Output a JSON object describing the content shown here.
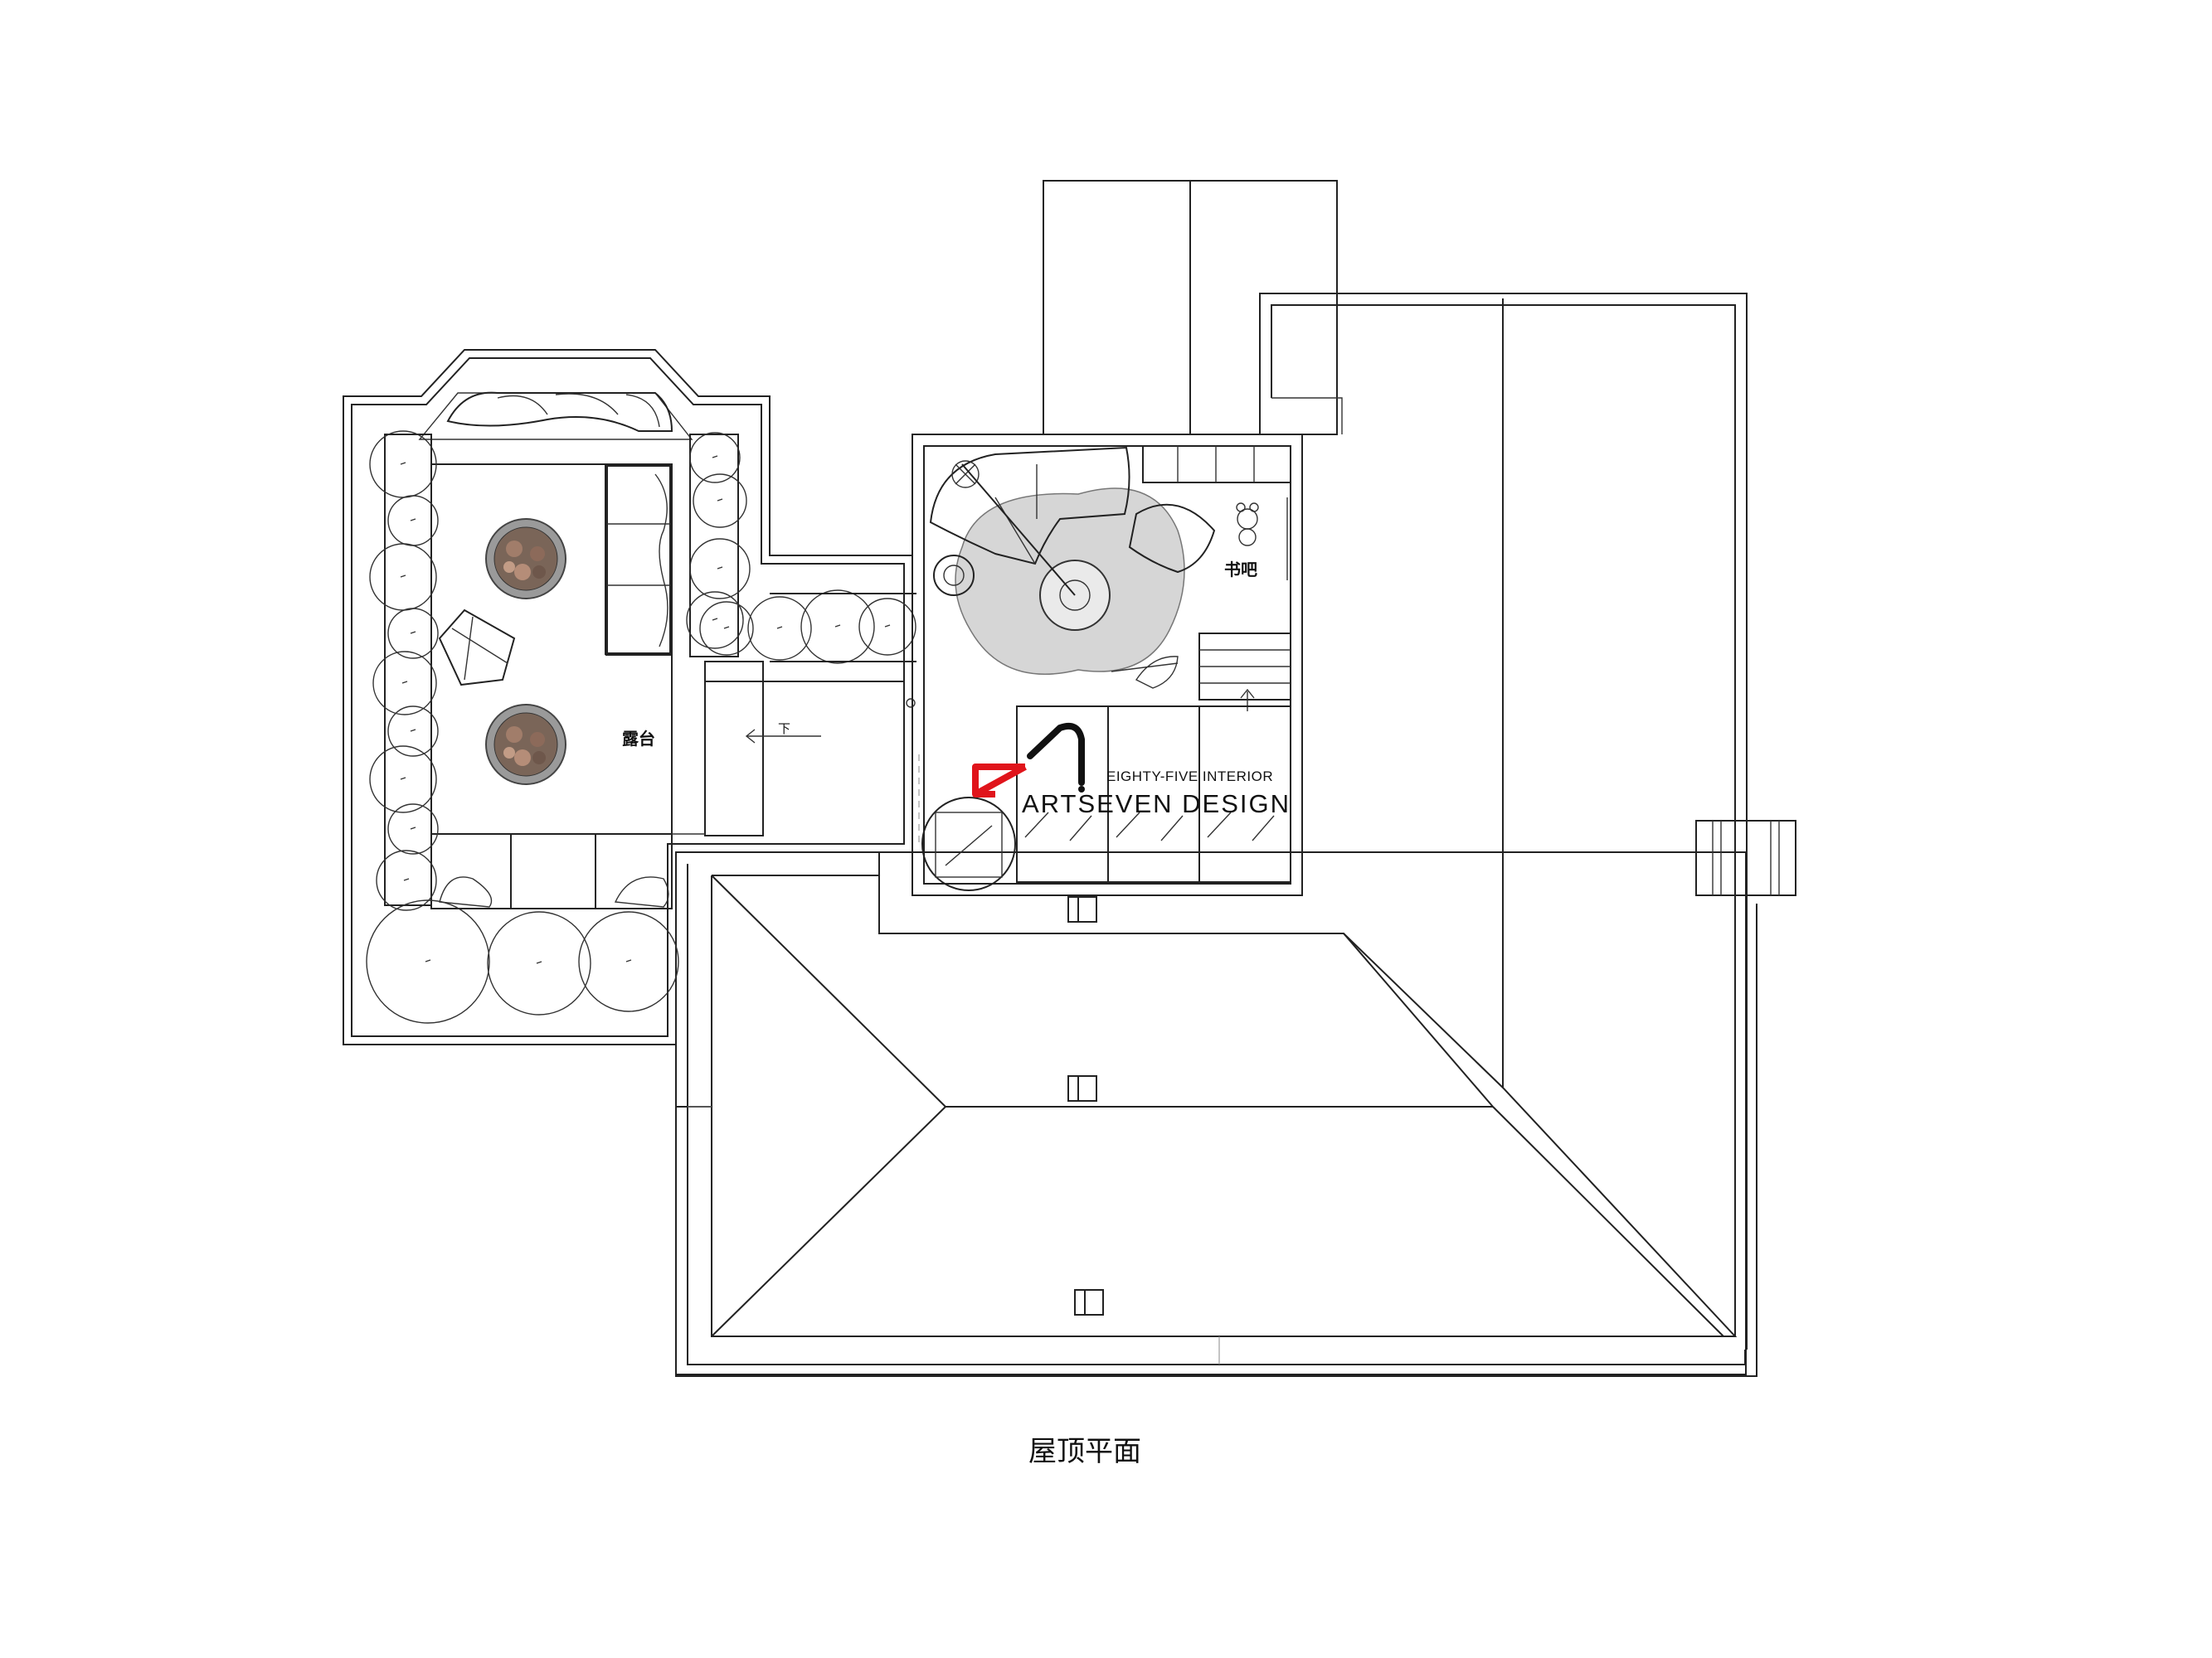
{
  "drawing": {
    "caption": "屋顶平面",
    "labels": {
      "terrace": "露台",
      "book_bar": "书吧",
      "stair_down": "下"
    }
  },
  "logo": {
    "subtitle": "EIGHTY-FIVE INTERIOR",
    "name": "ARTSEVEN DESIGN",
    "accent_color": "#e0141b",
    "mark_color": "#111111"
  },
  "colors": {
    "line": "#222222",
    "rug": "#d6d6d6",
    "planter": "#8a8a8a",
    "background": "#ffffff"
  }
}
